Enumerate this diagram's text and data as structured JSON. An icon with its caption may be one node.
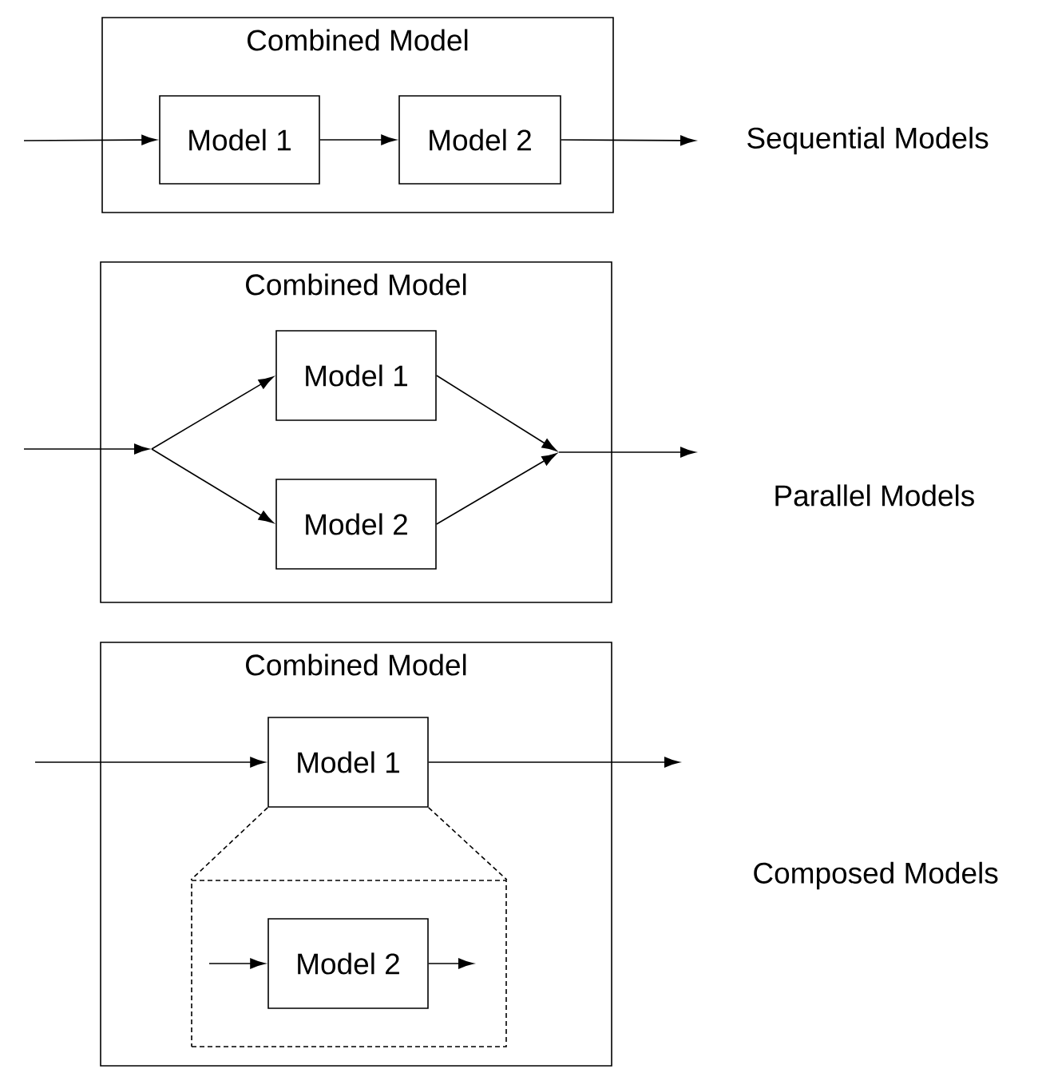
{
  "diagram": {
    "nodes": [
      {
        "text": [
          "Combined Model"
        ]
      },
      {
        "text": [
          "Model 1"
        ],
        "in": 0
      },
      {
        "text": [
          "Model 2"
        ],
        "in": 0
      },
      {
        "text": [
          "Combined Model"
        ]
      },
      {
        "text": [
          "Model 1"
        ],
        "in": 3
      },
      {
        "text": [
          "Model 2"
        ],
        "in": 3
      },
      {
        "text": [
          "Combined Model"
        ]
      },
      {
        "text": [
          "Model 1"
        ],
        "in": 6
      },
      {
        "text": [],
        "shape": "box",
        "in": 6
      },
      {
        "text": [
          "Model 2"
        ],
        "in": 8
      }
    ],
    "edges": [
      {
        "from": null,
        "to": 1,
        "arrow": "to"
      },
      {
        "from": 1,
        "to": 2,
        "arrow": "to"
      },
      {
        "from": 2,
        "to": null,
        "arrow": "to"
      },
      {
        "from": null,
        "to": 4,
        "arrow": "to"
      },
      {
        "from": null,
        "to": 5,
        "arrow": "to"
      },
      {
        "from": 4,
        "to": null,
        "arrow": "to"
      },
      {
        "from": 5,
        "to": null,
        "arrow": "to"
      },
      {
        "from": null,
        "to": 7,
        "arrow": "to"
      },
      {
        "from": 7,
        "to": null,
        "arrow": "to"
      },
      {
        "from": 7,
        "to": 8,
        "arrow": "none",
        "style": "dashed"
      },
      {
        "from": 7,
        "to": 8,
        "arrow": "none",
        "style": "dashed"
      },
      {
        "from": null,
        "to": 9,
        "arrow": "to"
      },
      {
        "from": 9,
        "to": null,
        "arrow": "to"
      }
    ],
    "labels": [
      "Sequential Models",
      "Parallel Models",
      "Composed Models"
    ]
  }
}
